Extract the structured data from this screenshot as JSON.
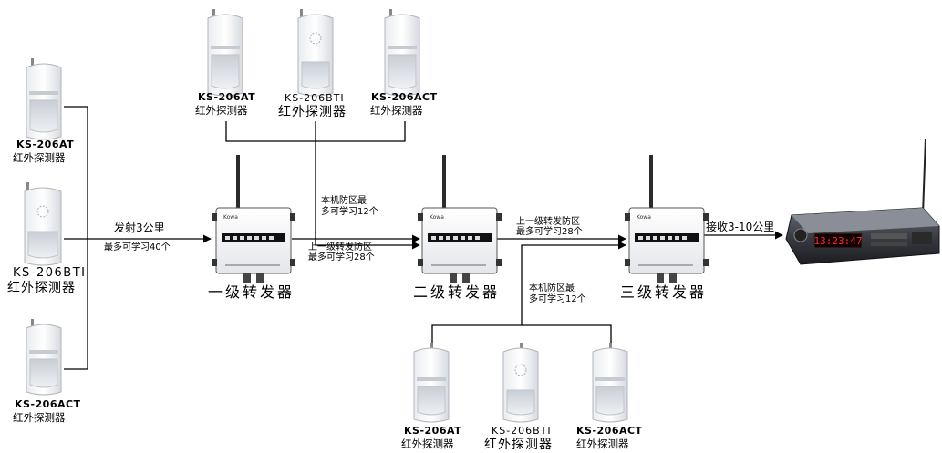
{
  "detectors": {
    "top": [
      {
        "model": "KS-206AT",
        "name": "红外探测器"
      },
      {
        "model": "KS-206BTI",
        "name": "红外探测器"
      },
      {
        "model": "KS-206ACT",
        "name": "红外探测器"
      }
    ],
    "left": [
      {
        "model": "KS-206AT",
        "name": "红外探测器"
      },
      {
        "model": "KS-206BTI",
        "name": "红外探测器"
      },
      {
        "model": "KS-206ACT",
        "name": "红外探测器"
      }
    ],
    "bottom": [
      {
        "model": "KS-206AT",
        "name": "红外探测器"
      },
      {
        "model": "KS-206BTI",
        "name": "红外探测器"
      },
      {
        "model": "KS-206ACT",
        "name": "红外探测器"
      }
    ]
  },
  "repeaters": [
    {
      "name": "一级转发器"
    },
    {
      "name": "二级转发器"
    },
    {
      "name": "三级转发器"
    }
  ],
  "links": {
    "left_to_first": {
      "line1": "发射3公里",
      "line2": "最多可学习40个"
    },
    "first_to_second": {
      "line1": "上一级转发防区",
      "line2": "最多可学习28个"
    },
    "top_to_second": {
      "line1": "本机防区最",
      "line2": "多可学习12个"
    },
    "second_to_third": {
      "line1": "上一级转发防区",
      "line2": "最多可学习28个"
    },
    "bottom_to_third": {
      "line1": "本机防区最",
      "line2": "多可学习12个"
    },
    "third_to_host": {
      "line1": "接收3-10公里"
    }
  },
  "host": {
    "display": "13:23:47"
  }
}
